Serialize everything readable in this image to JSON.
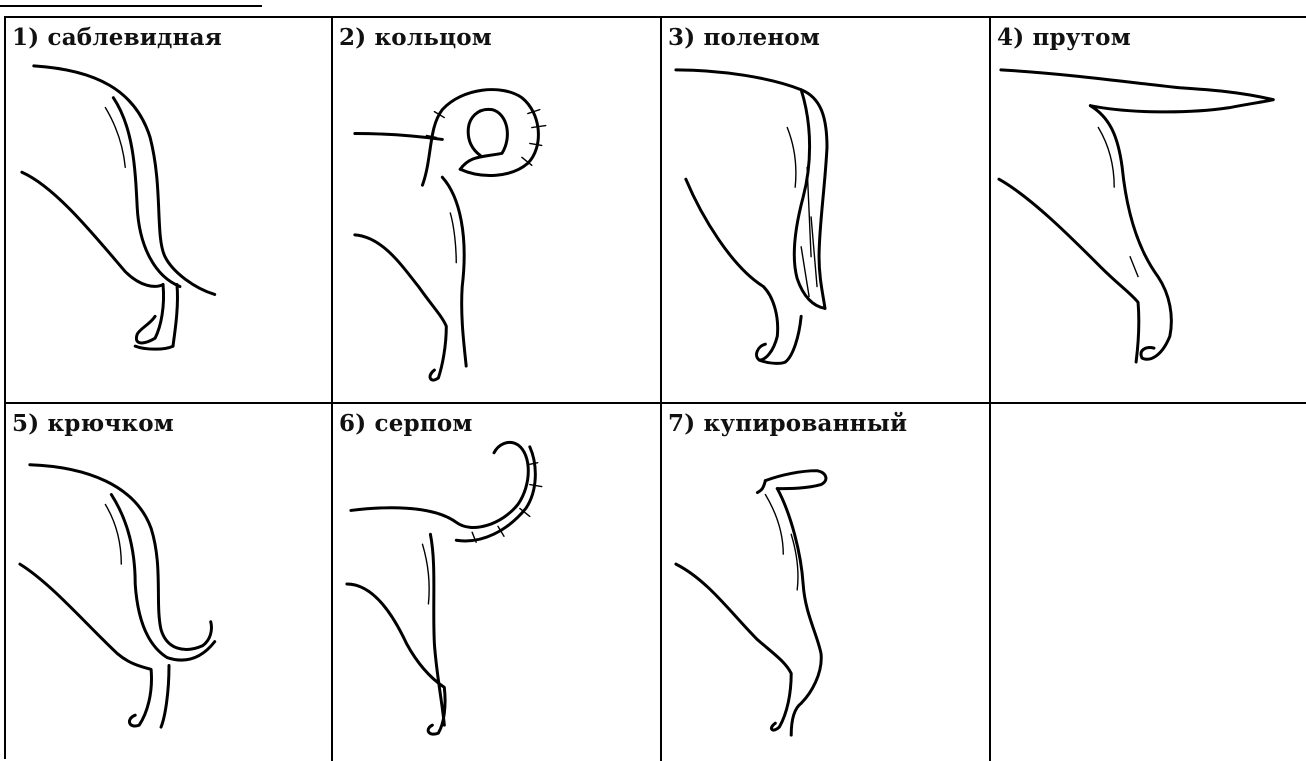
{
  "cells": [
    {
      "label": "1) саблевидная",
      "icon": "sabre-tail-icon"
    },
    {
      "label": "2) кольцом",
      "icon": "ring-tail-icon"
    },
    {
      "label": "3) поленом",
      "icon": "log-tail-icon"
    },
    {
      "label": "4) прутом",
      "icon": "rod-tail-icon"
    },
    {
      "label": "5) крючком",
      "icon": "hook-tail-icon"
    },
    {
      "label": "6) серпом",
      "icon": "sickle-tail-icon"
    },
    {
      "label": "7) купированный",
      "icon": "docked-tail-icon"
    }
  ]
}
